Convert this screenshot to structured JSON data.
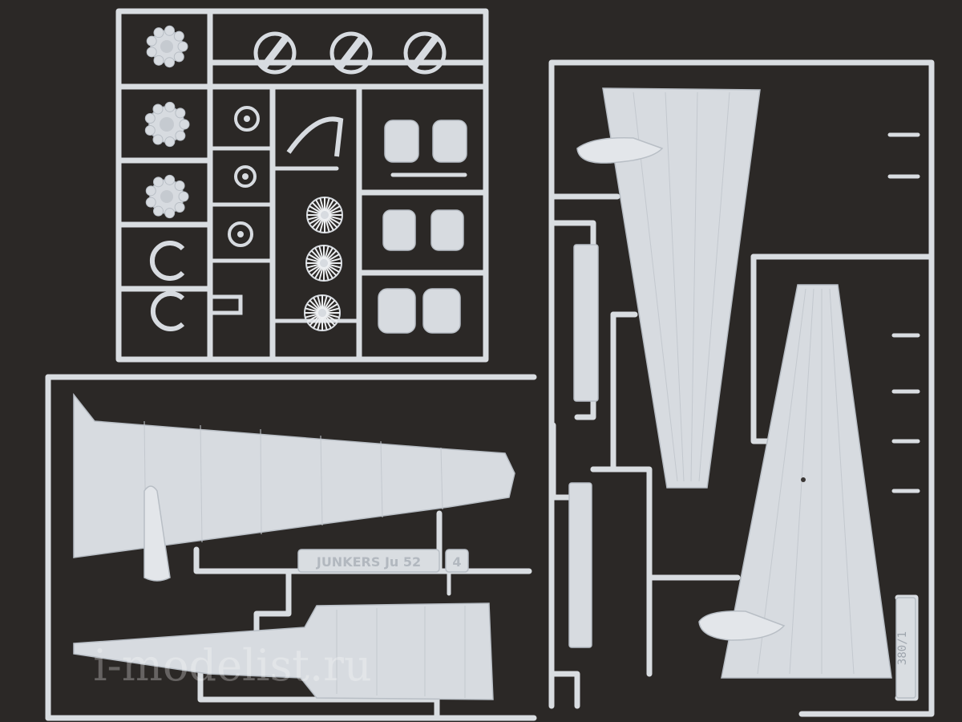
{
  "image": {
    "description_key": "model-kit-sprues",
    "colors": {
      "background": "#2b2826",
      "plastic": "#d7dbe0",
      "plastic_shadow": "#b8bec5"
    }
  },
  "sprue_labels": {
    "kit_name": "JUNKERS Ju 52",
    "sprue_number": "4",
    "mold_code": "380/1"
  },
  "watermark": {
    "text": "i-modelist.ru"
  }
}
